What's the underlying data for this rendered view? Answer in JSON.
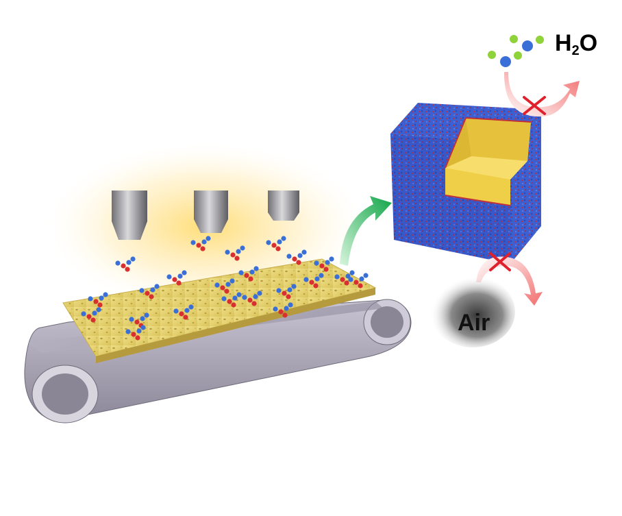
{
  "labels": {
    "water": {
      "main": "H",
      "subscript": "2",
      "suffix": "O"
    },
    "air": "Air"
  },
  "colors": {
    "sponge": "#e8d36a",
    "belt": "#9a96a6",
    "nozzle": "#8c8c8c",
    "glow": "#ffd24a",
    "coating_blue": "#3d5fd0",
    "coating_red": "#c0303a",
    "arrow_green": "#1fae4f",
    "arrow_red": "#f27a7a",
    "cross_red": "#e0202a",
    "molecule_blue": "#3a6fd8",
    "molecule_red": "#d83030",
    "water_green": "#8fd23a"
  },
  "icons": {
    "nozzles": "spray-nozzle-icon",
    "molecules": "molecule-icon",
    "block": "cross-icon"
  }
}
